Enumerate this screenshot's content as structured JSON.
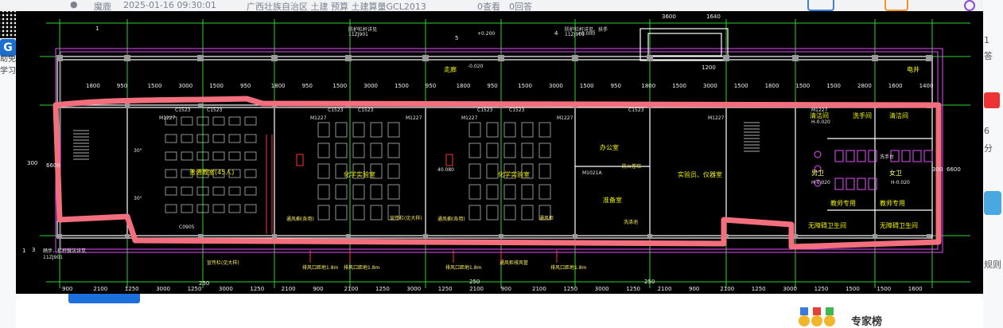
{
  "topbar": {
    "author": "魔鹿",
    "datetime": "2025-01-16 09:30:01",
    "tags": "广西壮族自治区  土建  预算  土建算量GCL2013",
    "views": "0查看",
    "replies": "0回答"
  },
  "left_strip": {
    "brand": "G",
    "text1": "助免",
    "text2": "学习"
  },
  "right_panel": {
    "num1": "1",
    "text1": "答",
    "num2": "6",
    "text2": "分",
    "text3": "规则",
    "expert": "专家榜"
  },
  "drawing": {
    "rooms": {
      "classroom": "普通教室(45人)",
      "chem_lab_1": "化学实验室",
      "chem_lab_2": "化学实验室",
      "office": "办公室",
      "prep_room": "准备室",
      "lab_storage": "实验员、仪器室",
      "corridor": "走廊",
      "elec": "电井",
      "toilet_m": "男卫",
      "toilet_f": "女卫",
      "teacher_m": "教师专用",
      "teacher_f": "教师专用",
      "handwash_1": "无障碍卫生间",
      "handwash_2": "无障碍卫生间",
      "washroom": "洗手间",
      "clean": "清洁间",
      "clean2": "清洁间",
      "fume_1": "通风橱(各用)",
      "fume_2": "通风橱(各用)",
      "fume_3": "通风柜",
      "wash_sink": "洗涤池",
      "door_dim_1": "防火卷帘",
      "note_1": "宣传栏(见大样)",
      "note_2": "宣传栏(见大样)",
      "note_3": "排风口距地1.8m",
      "note_4": "排风口距地1.8m",
      "note_5": "排风口距地1.8m",
      "note_6": "排风口距地1.8m",
      "note_7": "通风柜排风管",
      "ref_top": "防护栏杆详见",
      "ref_top_code": "11ZJ901",
      "ref_top2": "防护栏杆详见、扶手",
      "ref_top2_code": "11ZJ901",
      "ref_bottom": "踏步、栏杆做法详见",
      "ref_bottom_code": "11ZJ901",
      "sink_label": "洗手台",
      "level_1": "40.080",
      "level_2": "H-0.020",
      "level_3": "H-0.020",
      "level_4": "H-0.020",
      "level_5": "+0.200",
      "level_6": "+0.000",
      "level_7": "-0.020"
    },
    "grid_bubbles": [
      "1",
      "5",
      "4",
      "1",
      "3"
    ],
    "top_dims": [
      "1800",
      "950",
      "1500",
      "3000",
      "1500",
      "950",
      "1800",
      "950",
      "1500",
      "3000",
      "1500",
      "950",
      "1800",
      "950",
      "1500",
      "3000",
      "1500",
      "950",
      "1800",
      "1500",
      "3000",
      "1500",
      "1800",
      "1500",
      "1500",
      "2800",
      "1600",
      "1400"
    ],
    "bottom_dims": [
      "900",
      "2100",
      "1250",
      "3000",
      "1250",
      "3000",
      "1250",
      "2100",
      "900",
      "2100",
      "1250",
      "3000",
      "1250",
      "2100",
      "900",
      "2100",
      "1250",
      "3000",
      "1250",
      "2100",
      "900",
      "2100",
      "1250",
      "3000",
      "1250",
      "1500",
      "1500",
      "1600"
    ],
    "dim_top_right": [
      "3600",
      "1640",
      "1200"
    ],
    "side_dims": [
      "300",
      "6600",
      "300",
      "6600",
      "250",
      "250",
      "250"
    ],
    "windows": [
      "C1523",
      "C1523",
      "C1523",
      "C1523",
      "C1523",
      "C1523",
      "C1523",
      "M1227",
      "M1227",
      "M1227",
      "M1227",
      "M1227",
      "M1227",
      "M1227",
      "M1021A",
      "C0905"
    ],
    "angle_1": "30°",
    "angle_2": "30°"
  },
  "colors": {
    "highlight": "#f36f7d",
    "wall": "#ffffff",
    "axis": "#2fd52f",
    "dims": "#e84bff",
    "text": "#f4f400"
  }
}
